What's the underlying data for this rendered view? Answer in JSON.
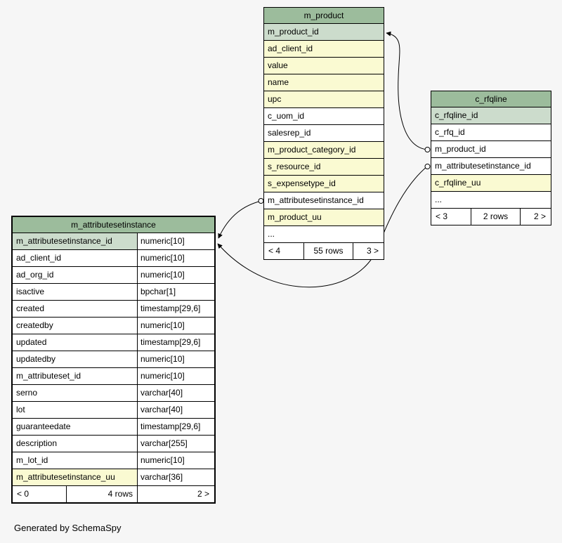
{
  "page": {
    "footer_note": "Generated by SchemaSpy"
  },
  "colors": {
    "background": "#f6f6f6",
    "table_header_bg": "#9cbc9c",
    "primary_key_bg": "#ccdccc",
    "indexed_column_bg": "#fafad2",
    "row_bg": "#ffffff",
    "border": "#000000"
  },
  "tables": {
    "m_product": {
      "title": "m_product",
      "columns": [
        {
          "name": "m_product_id",
          "style": "pk"
        },
        {
          "name": "ad_client_id",
          "style": "idx"
        },
        {
          "name": "value",
          "style": "idx"
        },
        {
          "name": "name",
          "style": "idx"
        },
        {
          "name": "upc",
          "style": "idx"
        },
        {
          "name": "c_uom_id",
          "style": "plain"
        },
        {
          "name": "salesrep_id",
          "style": "plain"
        },
        {
          "name": "m_product_category_id",
          "style": "idx"
        },
        {
          "name": "s_resource_id",
          "style": "idx"
        },
        {
          "name": "s_expensetype_id",
          "style": "idx"
        },
        {
          "name": "m_attributesetinstance_id",
          "style": "plain"
        },
        {
          "name": "m_product_uu",
          "style": "idx"
        },
        {
          "name": "...",
          "style": "plain"
        }
      ],
      "footer": {
        "prev": "< 4",
        "rows": "55 rows",
        "next": "3 >"
      }
    },
    "c_rfqline": {
      "title": "c_rfqline",
      "columns": [
        {
          "name": "c_rfqline_id",
          "style": "pk"
        },
        {
          "name": "c_rfq_id",
          "style": "plain"
        },
        {
          "name": "m_product_id",
          "style": "plain"
        },
        {
          "name": "m_attributesetinstance_id",
          "style": "plain"
        },
        {
          "name": "c_rfqline_uu",
          "style": "idx"
        },
        {
          "name": "...",
          "style": "plain"
        }
      ],
      "footer": {
        "prev": "< 3",
        "rows": "2 rows",
        "next": "2 >"
      }
    },
    "m_attributesetinstance": {
      "title": "m_attributesetinstance",
      "columns": [
        {
          "name": "m_attributesetinstance_id",
          "type": "numeric[10]",
          "style": "pk"
        },
        {
          "name": "ad_client_id",
          "type": "numeric[10]",
          "style": "plain"
        },
        {
          "name": "ad_org_id",
          "type": "numeric[10]",
          "style": "plain"
        },
        {
          "name": "isactive",
          "type": "bpchar[1]",
          "style": "plain"
        },
        {
          "name": "created",
          "type": "timestamp[29,6]",
          "style": "plain"
        },
        {
          "name": "createdby",
          "type": "numeric[10]",
          "style": "plain"
        },
        {
          "name": "updated",
          "type": "timestamp[29,6]",
          "style": "plain"
        },
        {
          "name": "updatedby",
          "type": "numeric[10]",
          "style": "plain"
        },
        {
          "name": "m_attributeset_id",
          "type": "numeric[10]",
          "style": "plain"
        },
        {
          "name": "serno",
          "type": "varchar[40]",
          "style": "plain"
        },
        {
          "name": "lot",
          "type": "varchar[40]",
          "style": "plain"
        },
        {
          "name": "guaranteedate",
          "type": "timestamp[29,6]",
          "style": "plain"
        },
        {
          "name": "description",
          "type": "varchar[255]",
          "style": "plain"
        },
        {
          "name": "m_lot_id",
          "type": "numeric[10]",
          "style": "plain"
        },
        {
          "name": "m_attributesetinstance_uu",
          "type": "varchar[36]",
          "style": "idx"
        }
      ],
      "footer": {
        "prev": "< 0",
        "rows": "4 rows",
        "next": "2 >"
      }
    }
  },
  "relationships": [
    {
      "from": "m_product.m_attributesetinstance_id",
      "to": "m_attributesetinstance.m_attributesetinstance_id"
    },
    {
      "from": "c_rfqline.m_product_id",
      "to": "m_product.m_product_id"
    },
    {
      "from": "c_rfqline.m_attributesetinstance_id",
      "to": "m_attributesetinstance.m_attributesetinstance_id"
    }
  ]
}
